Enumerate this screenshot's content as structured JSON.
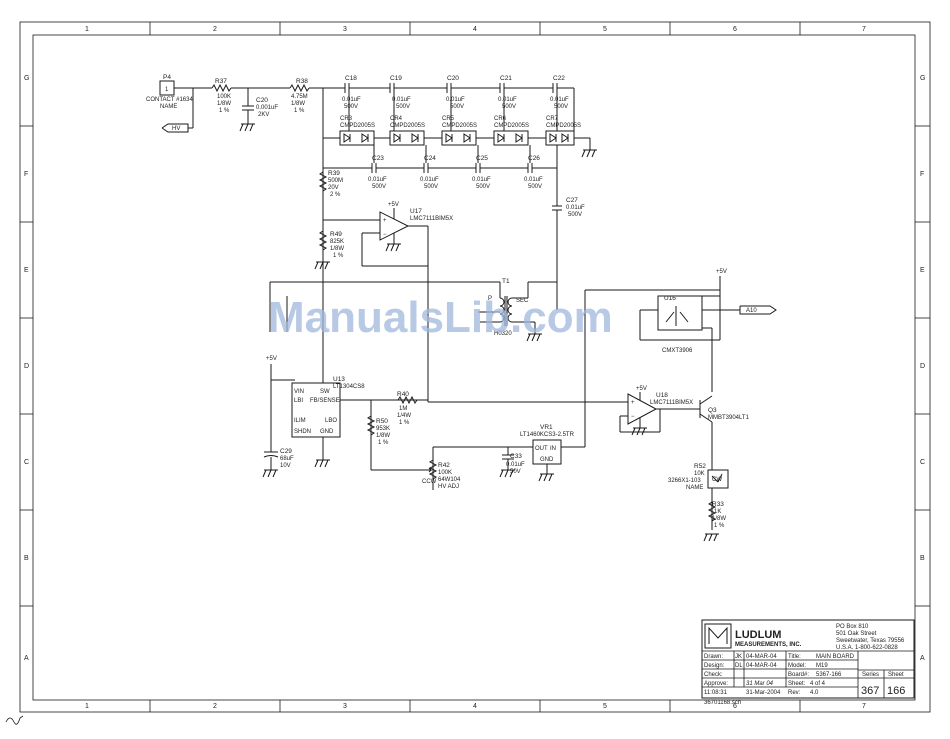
{
  "grid": {
    "cols": [
      "1",
      "2",
      "3",
      "4",
      "5",
      "6",
      "7"
    ],
    "rows": [
      "G",
      "F",
      "E",
      "D",
      "C",
      "B",
      "A"
    ]
  },
  "watermark": "ManualsLib.com",
  "components": {
    "p4": {
      "ref": "P4",
      "pin": "1",
      "l1": "CONTACT #1634",
      "l2": "NAME"
    },
    "hv": "HV",
    "r37": {
      "ref": "R37",
      "v": "100K",
      "w": "1/8W",
      "t": "1 %"
    },
    "c20": {
      "ref": "C20",
      "v": "0.001uF",
      "t": "2KV"
    },
    "r38": {
      "ref": "R38",
      "v": "4.75M",
      "w": "1/8W",
      "t": "1 %"
    },
    "caps_top": [
      {
        "ref": "C18",
        "v": "0.01uF",
        "t": "500V"
      },
      {
        "ref": "C19",
        "v": "0.01uF",
        "t": "500V"
      },
      {
        "ref": "C20",
        "v": "0.01uF",
        "t": "500V"
      },
      {
        "ref": "C21",
        "v": "0.01uF",
        "t": "500V"
      },
      {
        "ref": "C22",
        "v": "0.01uF",
        "t": "500V"
      }
    ],
    "diodes": [
      {
        "ref": "CR3",
        "v": "CMPD2005S"
      },
      {
        "ref": "CR4",
        "v": "CMPD2005S"
      },
      {
        "ref": "CR5",
        "v": "CMPD2005S"
      },
      {
        "ref": "CR6",
        "v": "CMPD2005S"
      },
      {
        "ref": "CR7",
        "v": "CMPD2005S"
      }
    ],
    "caps_bot": [
      {
        "ref": "C23",
        "v": "0.01uF",
        "t": "500V"
      },
      {
        "ref": "C24",
        "v": "0.01uF",
        "t": "500V"
      },
      {
        "ref": "C25",
        "v": "0.01uF",
        "t": "500V"
      },
      {
        "ref": "C26",
        "v": "0.01uF",
        "t": "500V"
      }
    ],
    "c27": {
      "ref": "C27",
      "v": "0.01uF",
      "t": "500V"
    },
    "r39": {
      "ref": "R39",
      "v": "500M",
      "w": "20V",
      "t": "2 %"
    },
    "r49": {
      "ref": "R49",
      "v": "825K",
      "w": "1/8W",
      "t": "1 %"
    },
    "u17": {
      "ref": "U17",
      "v": "LMC7111BIM5X",
      "p": "+5V"
    },
    "t1": {
      "ref": "T1",
      "pri": "P",
      "sec": "SEC",
      "v": "H0320"
    },
    "u16": {
      "ref": "U16",
      "v": "CMXT3906",
      "net": "A10",
      "p": "+5V"
    },
    "u13": {
      "ref": "U13",
      "v": "LT1304CS8",
      "p": "+5V",
      "vin": "VIN",
      "sw": "SW",
      "lbi": "LBI",
      "fb": "FB/SENSE",
      "ilim": "ILIM",
      "lbo": "LBO",
      "shdn": "SHDN",
      "gnd": "GND"
    },
    "r40": {
      "ref": "R40",
      "v": "1M",
      "w": "1/4W",
      "t": "1 %"
    },
    "r50": {
      "ref": "R50",
      "v": "953K",
      "w": "1/8W",
      "t": "1 %"
    },
    "c29": {
      "ref": "C29",
      "v": "68uF",
      "t": "10V"
    },
    "r42": {
      "ref": "R42",
      "v": "100K",
      "w": "64W104",
      "t": "HV ADJ",
      "ccw": "CCW"
    },
    "c33": {
      "ref": "C33",
      "v": "0.01uF",
      "t": "50V"
    },
    "vr1": {
      "ref": "VR1",
      "v": "LT1460KCS3-2.5TR",
      "out": "OUT",
      "in": "IN",
      "gnd": "GND"
    },
    "u18": {
      "ref": "U18",
      "v": "LMC7111BIM5X",
      "p": "+5V"
    },
    "q3": {
      "ref": "Q3",
      "v": "MMBT3904LT1"
    },
    "r52": {
      "ref": "R52",
      "v": "10K",
      "part": "3266X1-103",
      "name": "NAME",
      "cw": "CW"
    },
    "r33": {
      "ref": "R33",
      "v": "1K",
      "w": "1/8W",
      "t": "1 %"
    }
  },
  "title_block": {
    "company1": "LUDLUM",
    "company2": "MEASUREMENTS, INC.",
    "addr": [
      "PO Box 810",
      "501 Oak Street",
      "Sweetwater, Texas 79556",
      "U.S.A. 1-800-622-0828"
    ],
    "rows": [
      {
        "k": "Drawn:",
        "v": "JK",
        "d": "04-MAR-04",
        "k2": "Title:",
        "v2": "MAIN BOARD"
      },
      {
        "k": "Design:",
        "v": "DL",
        "d": "04-MAR-04",
        "k2": "Model:",
        "v2": "M19"
      },
      {
        "k": "Check:",
        "v": "",
        "d": "",
        "k2": "Board#:",
        "v2": "5367-166"
      },
      {
        "k": "Approve:",
        "v": "",
        "d": "31 Mar 04",
        "k2": "Sheet:",
        "v2": "4  of  4"
      },
      {
        "k": "11:08:31",
        "v": "",
        "d": "31-Mar-2004",
        "k2": "Rev:",
        "v2": "4.0"
      }
    ],
    "series_label": "Series",
    "series": "367",
    "sheet_label": "Sheet",
    "sheet": "166",
    "footer": "36701168.sch"
  }
}
